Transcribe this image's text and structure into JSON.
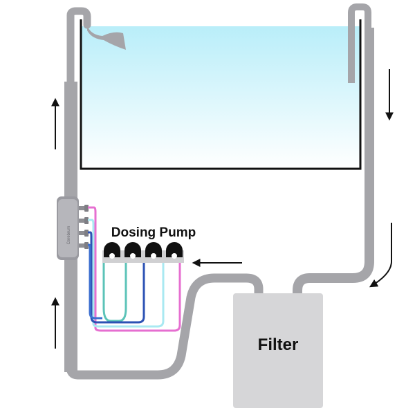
{
  "labels": {
    "dosing_pump": "Dosing Pump",
    "filter": "Filter",
    "doser_brand": "Cerebrum"
  },
  "colors": {
    "water": "#bff0fb",
    "tank_outline": "#111111",
    "pipe": "#a5a5a9",
    "filter_box": "#d6d6d8",
    "pump_head": "#111111",
    "pump_base": "#d0d0d2",
    "arrow": "#111111",
    "tube_pink": "#e66fd0",
    "tube_light_cyan": "#a9e9f2",
    "tube_blue": "#3c6fd0",
    "tube_teal": "#5cc3b8",
    "tube_navy": "#2c52b4"
  },
  "icons": {
    "flow_arrow": "arrow-icon",
    "pump_head": "peristaltic-head-icon"
  }
}
